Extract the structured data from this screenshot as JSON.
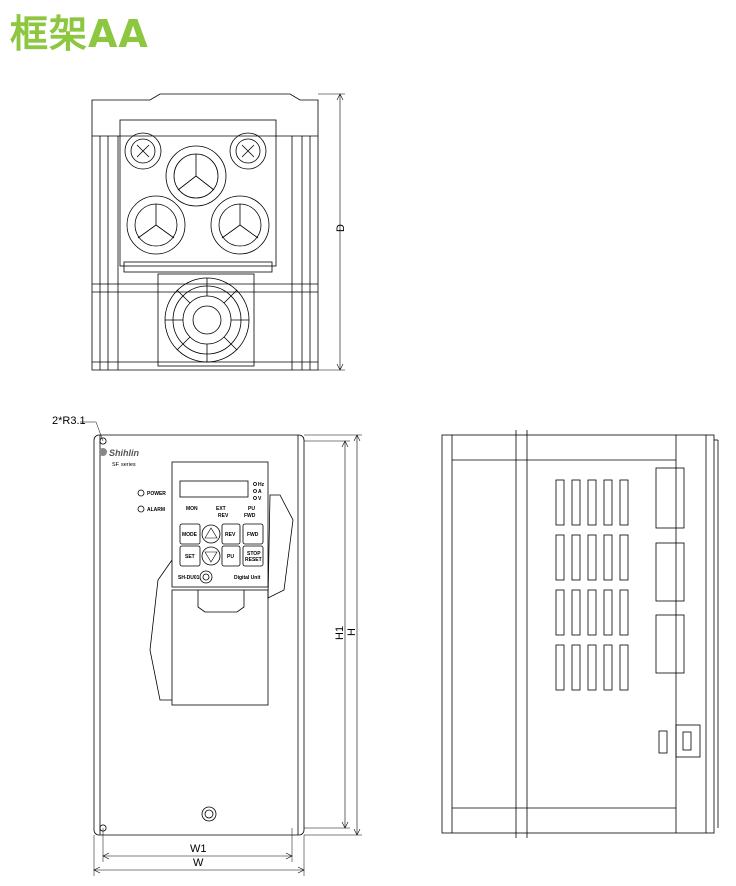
{
  "title": "框架AA",
  "dimensions": {
    "depth": "D",
    "corner_radius": "2*R3.1",
    "h1": "H1",
    "h": "H",
    "w1": "W1",
    "w": "W"
  },
  "front": {
    "brand": "Shihlin",
    "series": "SF",
    "series_suffix": "series",
    "led_power": "POWER",
    "led_alarm": "ALARM"
  },
  "keypad": {
    "mon": "MON",
    "ext": "EXT",
    "pu": "PU",
    "rev_ind": "REV",
    "fwd_ind": "FWD",
    "hz": "Hz",
    "a": "A",
    "v": "V",
    "mode": "MODE",
    "rev": "REV",
    "fwd": "FWD",
    "set": "SET",
    "pu_key": "PU",
    "stop": "STOP",
    "reset": "RESET",
    "model": "SH-DU01",
    "unit_name": "Digital Unit"
  }
}
